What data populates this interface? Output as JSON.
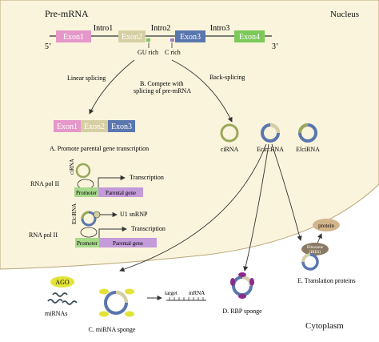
{
  "labels": {
    "pre_mrna": "Pre-mRNA",
    "nucleus": "Nucleus",
    "cytoplasm": "Cytoplasm",
    "five_prime": "5’",
    "three_prime": "3’",
    "intro1": "Intro1",
    "intro2": "Intro2",
    "intro3": "Intro3",
    "gu_rich": "GU rich",
    "c_rich": "C rich",
    "linear_splicing": "Linear splicing",
    "compete_line1": "B. Compete with",
    "compete_line2": "splicing of pre-mRNA",
    "back_splicing": "Back-splicing",
    "cirna": "ciRNA",
    "eicirna": "EcircRNA",
    "elcirna": "ElciRNA",
    "section_a": "A. Promote parental gene transcription",
    "cirna_small": "ciRNA",
    "elcirna_small": "ElciRNA",
    "rna_pol_ii_1": "RNA pol II",
    "rna_pol_ii_2": "RNA pol II",
    "transcription_1": "Transcription",
    "transcription_2": "Transcription",
    "u1_snrnp": "U1 snRNP",
    "promoter_1": "Promoter",
    "promoter_2": "Promoter",
    "parental_gene_1": "Parental gene",
    "parental_gene_2": "Parental gene",
    "ago": "AGO",
    "mirnas": "miRNAs",
    "target": "target",
    "mrna": "mRNA",
    "section_c": "C. miRNA sponge",
    "section_d": "D. RBP sponge",
    "section_e": "E. Translation proteins",
    "protein": "protein",
    "ribosome": "Ribosome",
    "circle_ires": "(IRES)"
  },
  "exons": {
    "exon1": "Exon1",
    "exon2": "Exon2",
    "exon3": "Exon3",
    "exon4": "Exon4"
  },
  "linear_product": [
    "Exon1",
    "Exon2",
    "Exon3"
  ],
  "colors": {
    "nucleus_fill": "#faf4dc",
    "exon1": "#e597c9",
    "exon2": "#d6cfa4",
    "exon3": "#5a76ae",
    "exon4": "#7cc95a",
    "promoter": "#a8d98c",
    "parental_gene": "#c49bd9",
    "ago": "#e3e33a",
    "rbp": "#8a2b8c",
    "protein": "#d3b58c",
    "circle_green": "#9aa85a",
    "mirna": "#3b4f5c"
  }
}
